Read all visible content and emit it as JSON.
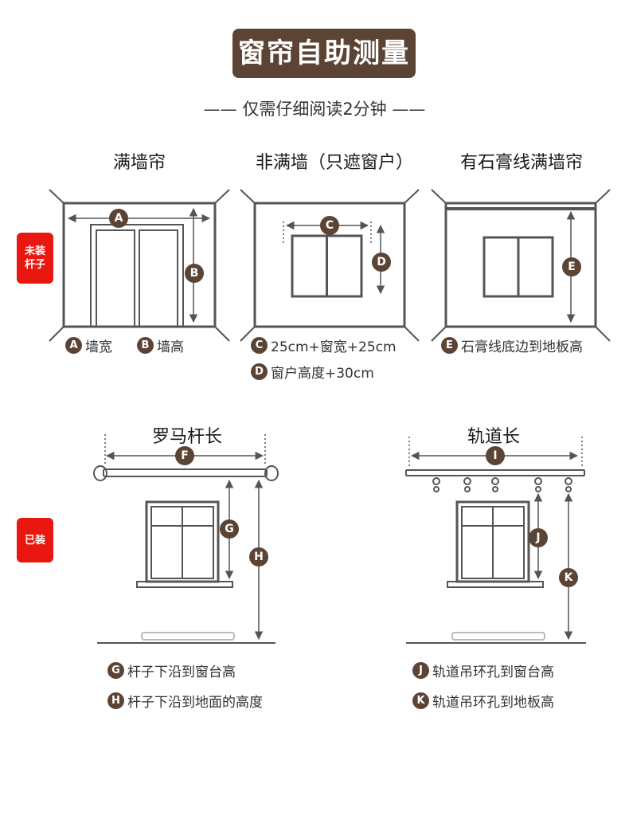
{
  "title": "窗帘自助测量",
  "subtitle": "—— 仅需仔细阅读2分钟 ——",
  "tags": {
    "not_installed": "未装\n杆子",
    "installed": "已装"
  },
  "sections": {
    "full_wall": "满墙帘",
    "partial_wall": "非满墙（只遮窗户）",
    "plaster_line": "有石膏线满墙帘",
    "roman_rod": "罗马杆长",
    "track": "轨道长"
  },
  "markers": [
    "A",
    "B",
    "C",
    "D",
    "E",
    "F",
    "G",
    "H",
    "I",
    "J",
    "K"
  ],
  "legend": {
    "A": "墙宽",
    "B": "墙高",
    "C": "25cm+窗宽+25cm",
    "D": "窗户高度+30cm",
    "E": "石膏线底边到地板高",
    "G": "杆子下沿到窗台高",
    "H": "杆子下沿到地面的高度",
    "J": "轨道吊环孔到窗台高",
    "K": "轨道吊环孔到地板高"
  },
  "colors": {
    "accent": "#5c4435",
    "tag": "#e8170f",
    "line": "#555555"
  }
}
